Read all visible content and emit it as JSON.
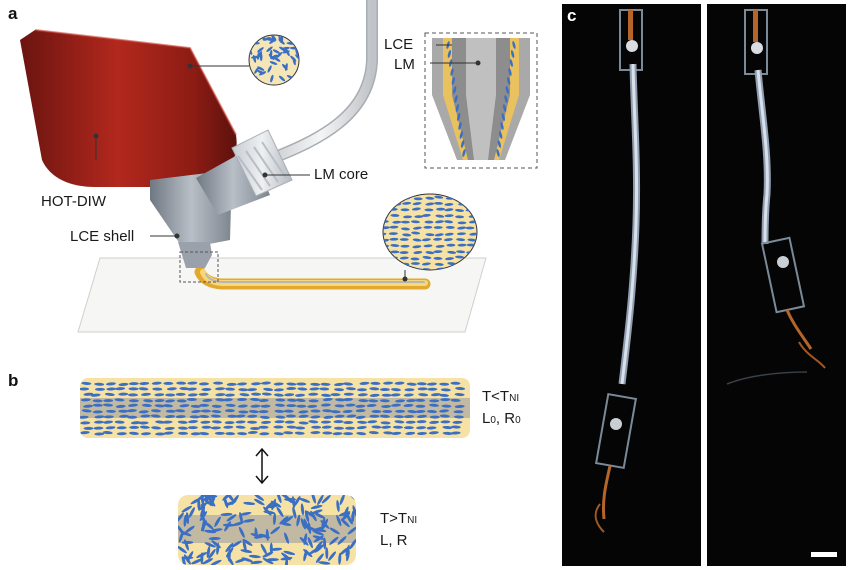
{
  "panels": {
    "a": "a",
    "b": "b",
    "c": "c"
  },
  "labels": {
    "hot_diw": "HOT-DIW",
    "lce_shell": "LCE shell",
    "lm_core": "LM core",
    "inset_lce": "LCE",
    "inset_lm": "LM"
  },
  "state_low": {
    "temp_main": "T<T",
    "temp_sub": "NI",
    "dims_l": "L",
    "dims_l_sub": "0",
    "dims_sep": ", R",
    "dims_r_sub": "0"
  },
  "state_high": {
    "temp_main": "T>T",
    "temp_sub": "NI",
    "dims": "L, R"
  },
  "colors": {
    "reservoir_red": "#a8231a",
    "nozzle_gray": "#9aa2ad",
    "mesogen_blue": "#3a6fc4",
    "lce_yellow": "#f7e2a6",
    "lm_gray": "#8c8c8c",
    "photo_bg": "#050505"
  }
}
